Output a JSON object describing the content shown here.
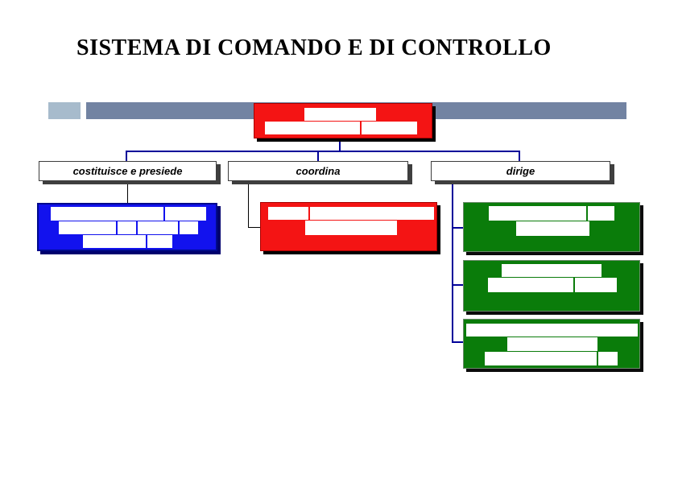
{
  "title": "SISTEMA DI COMANDO E DI CONTROLLO",
  "colors": {
    "red": "#f41414",
    "blue": "#1212ee",
    "green": "#0a7c0a",
    "connector": "#000099",
    "black_line": "#000000",
    "white": "#ffffff",
    "banner_accent": "#a7bbcc",
    "banner_bar": "#7283a2"
  },
  "diagram": {
    "root_node": {
      "color": "red",
      "text": ""
    },
    "edge_labels": [
      {
        "label": "costituisce e presiede"
      },
      {
        "label": "coordina"
      },
      {
        "label": "dirige"
      }
    ],
    "branch_nodes": [
      {
        "color": "blue",
        "text": ""
      },
      {
        "color": "red",
        "text": ""
      },
      {
        "color": "green",
        "text": ""
      },
      {
        "color": "green",
        "text": ""
      },
      {
        "color": "green",
        "text": ""
      }
    ]
  }
}
